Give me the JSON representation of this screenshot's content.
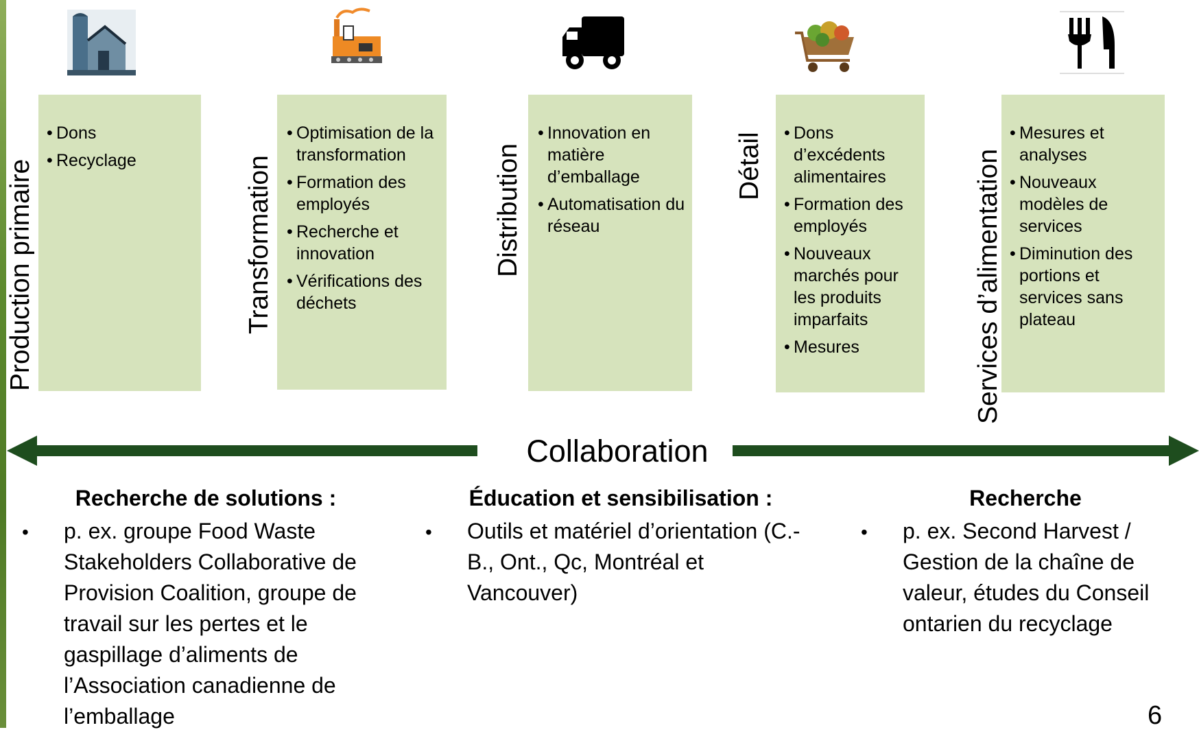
{
  "stages": [
    {
      "label": "Production primaire",
      "icon": "farm-silo-icon",
      "items": [
        "Dons",
        "Recyclage"
      ]
    },
    {
      "label": "Transformation",
      "icon": "factory-icon",
      "items": [
        "Optimisation de la transformation",
        "Formation des employés",
        "Recherche et innovation",
        "Vérifications des déchets"
      ]
    },
    {
      "label": "Distribution",
      "icon": "truck-icon",
      "items": [
        "Innovation en matière d’emballage",
        "Automatisation du réseau"
      ]
    },
    {
      "label": "Détail",
      "icon": "shopping-cart-icon",
      "items": [
        "Dons d’excédents alimentaires",
        "Formation des employés",
        "Nouveaux marchés pour les produits imparfaits",
        "Mesures"
      ]
    },
    {
      "label": "Services d’alimentation",
      "icon": "fork-knife-icon",
      "items": [
        "Mesures et analyses",
        "Nouveaux modèles de services",
        "Diminution des portions et services sans plateau"
      ]
    }
  ],
  "collaboration_label": "Collaboration",
  "columns": [
    {
      "title": "Recherche de solutions :",
      "body": "p. ex. groupe Food Waste Stakeholders Collaborative de Provision Coalition, groupe de travail sur les pertes et le gaspillage d’aliments de l’Association canadienne de l’emballage"
    },
    {
      "title": "Éducation et sensibilisation :",
      "body": "Outils et matériel d’orientation (C.-B., Ont., Qc, Montréal et Vancouver)"
    },
    {
      "title": "Recherche",
      "body": "p. ex. Second Harvest / Gestion de la chaîne de valeur, études du Conseil ontarien du recyclage"
    }
  ],
  "page_number": "6",
  "colors": {
    "box_fill": "#d6e3bc",
    "arrow": "#1e4d1e",
    "side_strip": "#5d8a2e"
  }
}
